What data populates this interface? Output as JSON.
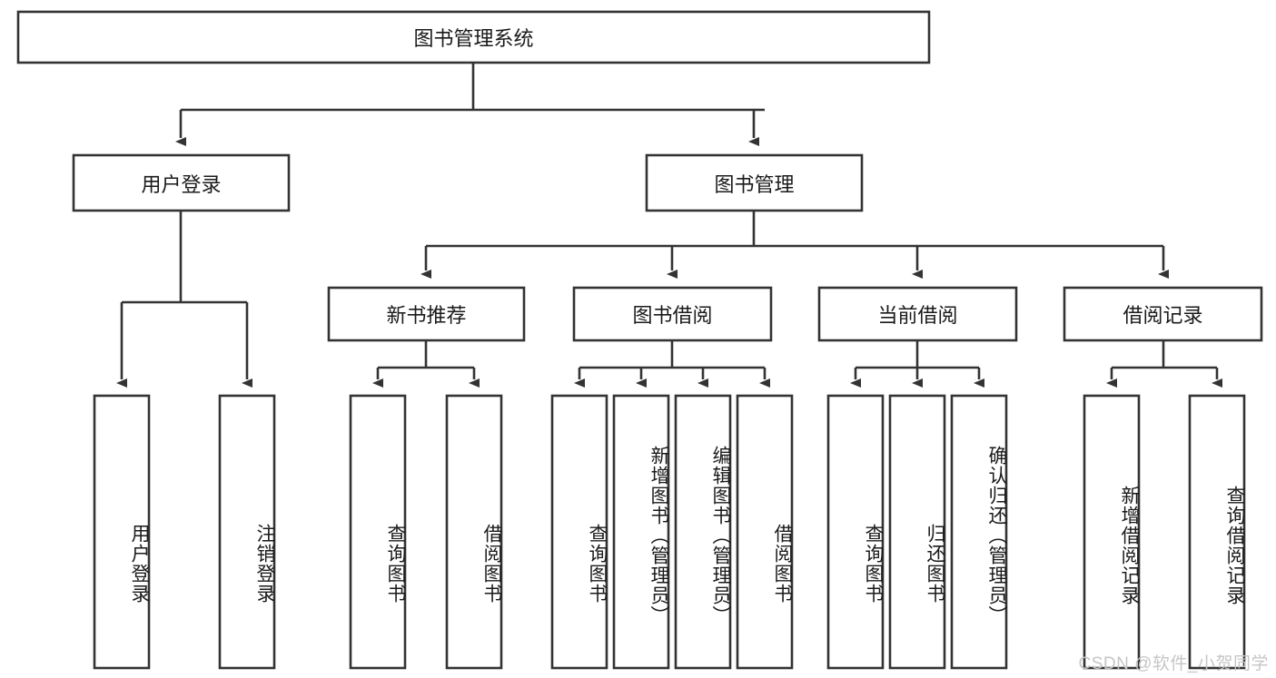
{
  "diagram": {
    "title": "图书管理系统",
    "type": "tree-hierarchy-diagram",
    "root": {
      "id": "root",
      "label": "图书管理系统"
    },
    "level2": [
      {
        "id": "user-login",
        "label": "用户登录"
      },
      {
        "id": "book-management",
        "label": "图书管理"
      }
    ],
    "level3": [
      {
        "id": "new-book-recommend",
        "label": "新书推荐",
        "parent": "book-management"
      },
      {
        "id": "book-borrow",
        "label": "图书借阅",
        "parent": "book-management"
      },
      {
        "id": "current-borrow",
        "label": "当前借阅",
        "parent": "book-management"
      },
      {
        "id": "borrow-record",
        "label": "借阅记录",
        "parent": "book-management"
      }
    ],
    "leaves": {
      "user_login": [
        {
          "id": "leaf-user-login",
          "label": "用户登录"
        },
        {
          "id": "leaf-logout-login",
          "label": "注销登录"
        }
      ],
      "new_book_recommend": [
        {
          "id": "leaf-query-book-1",
          "label": "查询图书"
        },
        {
          "id": "leaf-borrow-book-1",
          "label": "借阅图书"
        }
      ],
      "book_borrow": [
        {
          "id": "leaf-query-book-2",
          "label": "查询图书"
        },
        {
          "id": "leaf-add-book",
          "label": "新增图书（管理员）"
        },
        {
          "id": "leaf-edit-book",
          "label": "编辑图书（管理员）"
        },
        {
          "id": "leaf-borrow-book-2",
          "label": "借阅图书"
        }
      ],
      "current_borrow": [
        {
          "id": "leaf-query-book-3",
          "label": "查询图书"
        },
        {
          "id": "leaf-return-book",
          "label": "归还图书"
        },
        {
          "id": "leaf-confirm-return",
          "label": "确认归还（管理员）"
        }
      ],
      "borrow_record": [
        {
          "id": "leaf-add-borrow-record",
          "label": "新增借阅记录"
        },
        {
          "id": "leaf-query-borrow-record",
          "label": "查询借阅记录"
        }
      ]
    },
    "colors": {
      "stroke": "#333333",
      "box_fill": "#ffffff",
      "text": "#1a1a1a",
      "background": "#ffffff",
      "watermark": "#c6c6c6"
    }
  },
  "watermark": {
    "text": "CSDN @软件_小贺同学"
  }
}
